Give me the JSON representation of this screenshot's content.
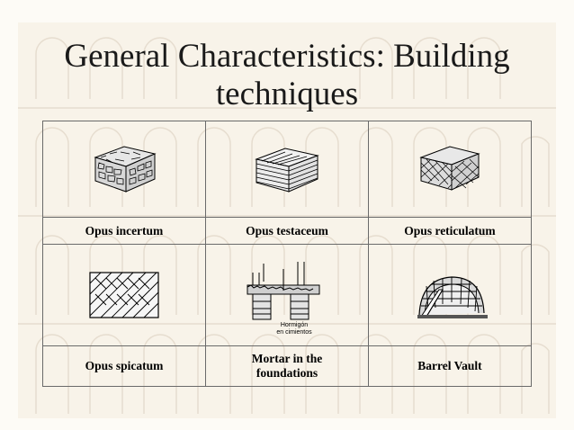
{
  "slide": {
    "title_line1": "General Characteristics: Building",
    "title_line2": "techniques"
  },
  "techniques": [
    {
      "label": "Opus incertum",
      "icon": "rubble-masonry-block-icon"
    },
    {
      "label": "Opus testaceum",
      "icon": "brick-masonry-block-icon"
    },
    {
      "label": "Opus reticulatum",
      "icon": "net-pattern-block-icon"
    },
    {
      "label": "Opus spicatum",
      "icon": "herringbone-pattern-icon"
    },
    {
      "label": "Mortar in the",
      "label_line2": "foundations",
      "icon": "foundation-mortar-icon",
      "caption_line1": "Hormigón",
      "caption_line2": "en cimientos"
    },
    {
      "label": "Barrel Vault",
      "icon": "barrel-vault-icon"
    }
  ],
  "colors": {
    "text": "#1a1a1a",
    "border": "#6a6a6a",
    "background_wash": "#efe3cf"
  }
}
